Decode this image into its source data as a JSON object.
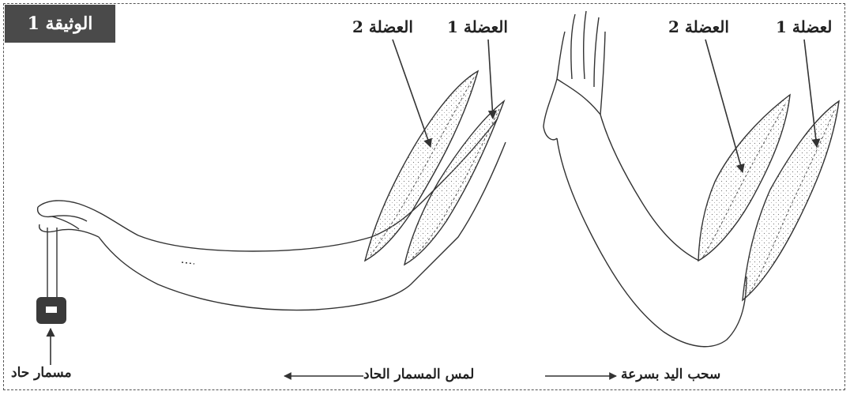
{
  "document_label": "الوثيقة 1",
  "left_figure": {
    "muscle_1": "العضلة 1",
    "muscle_2": "العضلة 2",
    "object_label": "مسمار حاد"
  },
  "right_figure": {
    "muscle_1": "لعضلة 1",
    "muscle_2": "العضلة 2"
  },
  "sequence": {
    "step_1": "لمس المسمار الحاد",
    "step_2": "سحب اليد بسرعة"
  }
}
